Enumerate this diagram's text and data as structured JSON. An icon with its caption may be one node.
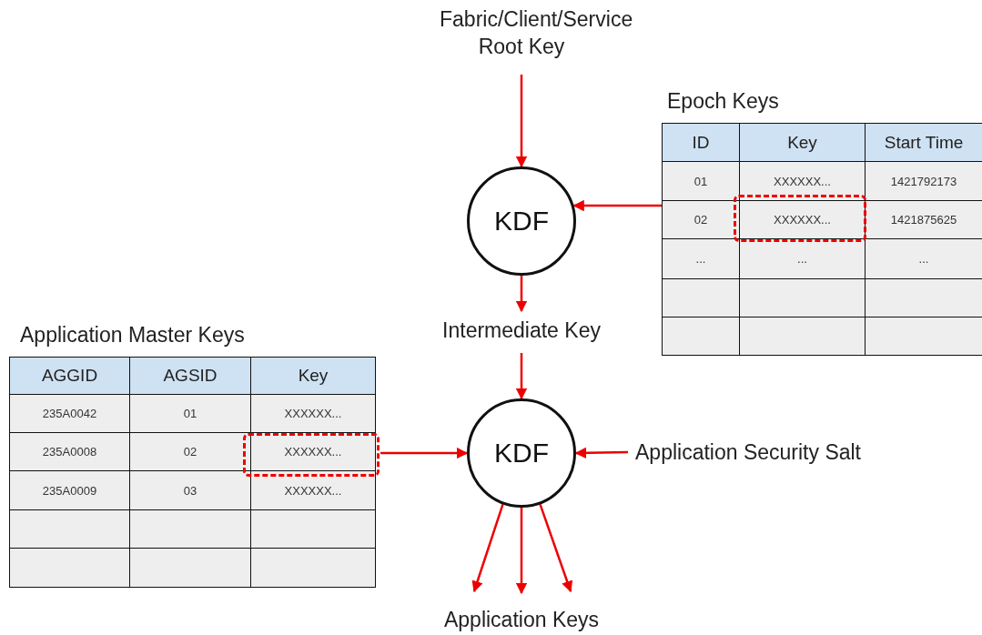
{
  "diagram": {
    "nodes": [
      {
        "text": [
          "Fabric/Client/Service Root Key"
        ]
      },
      {
        "text": [
          "KDF"
        ]
      },
      {
        "text": [
          "Intermediate Key"
        ]
      },
      {
        "text": [
          "KDF"
        ]
      },
      {
        "text": [
          "Application Security Salt"
        ]
      },
      {
        "text": [
          "Application Keys"
        ]
      },
      {
        "text": [],
        "shape": "box"
      },
      {
        "text": [],
        "shape": "box"
      }
    ],
    "edges": [
      {
        "from": 0,
        "to": 1,
        "arrow": "to"
      },
      {
        "from": 6,
        "to": 1,
        "arrow": "to"
      },
      {
        "from": 1,
        "to": 2,
        "arrow": "to"
      },
      {
        "from": 2,
        "to": 3,
        "arrow": "to"
      },
      {
        "from": 7,
        "to": 3,
        "arrow": "to"
      },
      {
        "from": 4,
        "to": 3,
        "arrow": "to"
      },
      {
        "from": 3,
        "to": 5,
        "arrow": "to"
      },
      {
        "from": 3,
        "to": 5,
        "arrow": "to"
      },
      {
        "from": 3,
        "to": 5,
        "arrow": "to"
      }
    ],
    "labels": [
      "Epoch Keys",
      "ID",
      "Key",
      "Start Time",
      "01",
      "XXXXXX...",
      "1421792173",
      "02",
      "XXXXXX...",
      "1421875625",
      "...",
      "...",
      "...",
      "Application Master Keys",
      "AGGID",
      "AGSID",
      "Key",
      "235A0042",
      "01",
      "XXXXXX...",
      "235A0008",
      "02",
      "XXXXXX...",
      "235A0009",
      "03",
      "XXXXXX..."
    ]
  }
}
